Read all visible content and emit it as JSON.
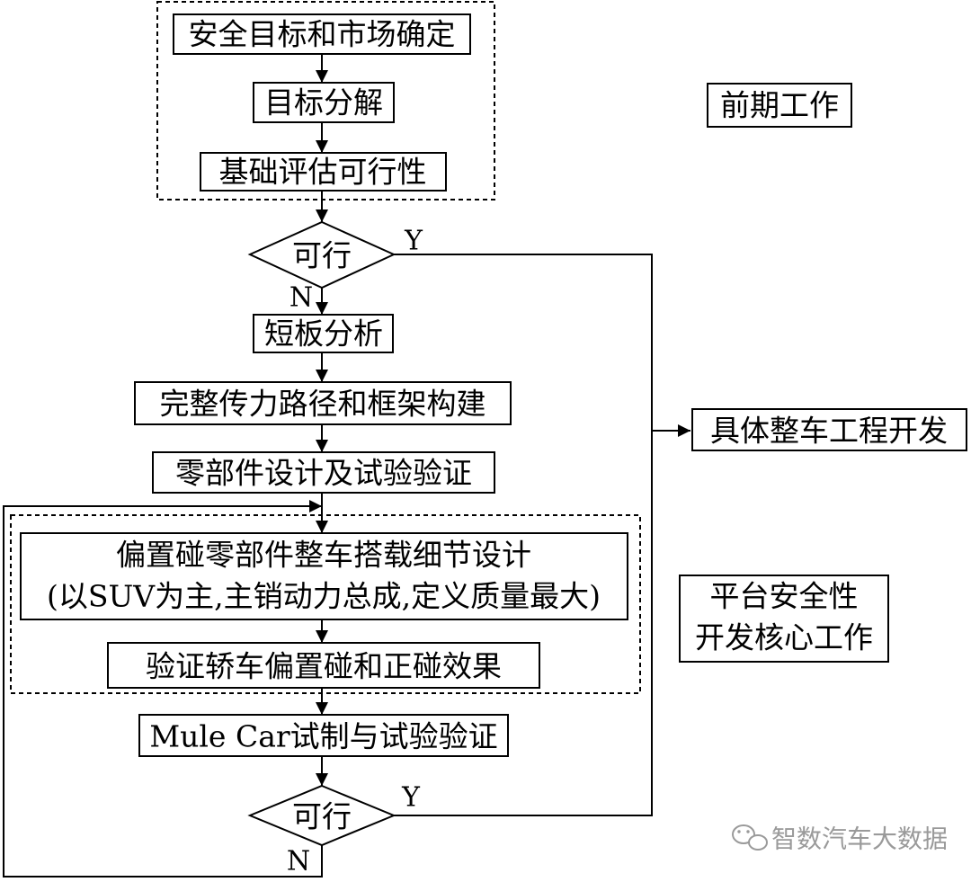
{
  "flow": {
    "step1": "安全目标和市场确定",
    "step2": "目标分解",
    "step3": "基础评估可行性",
    "decision1": "可行",
    "decision1_yes": "Y",
    "decision1_no": "N",
    "step4": "短板分析",
    "step5": "完整传力路径和框架构建",
    "step6": "零部件设计及试验验证",
    "step7_line1": "偏置碰零部件整车搭载细节设计",
    "step7_line2": "(以SUV为主,主销动力总成,定义质量最大)",
    "step8": "验证轿车偏置碰和正碰效果",
    "step9": "Mule Car试制与试验验证",
    "decision2": "可行",
    "decision2_yes": "Y",
    "decision2_no": "N",
    "output": "具体整车工程开发"
  },
  "side_labels": {
    "early_work": "前期工作",
    "core_line1": "平台安全性",
    "core_line2": "开发核心工作"
  },
  "watermark": {
    "text": "智数汽车大数据",
    "icon": "wechat-icon"
  }
}
